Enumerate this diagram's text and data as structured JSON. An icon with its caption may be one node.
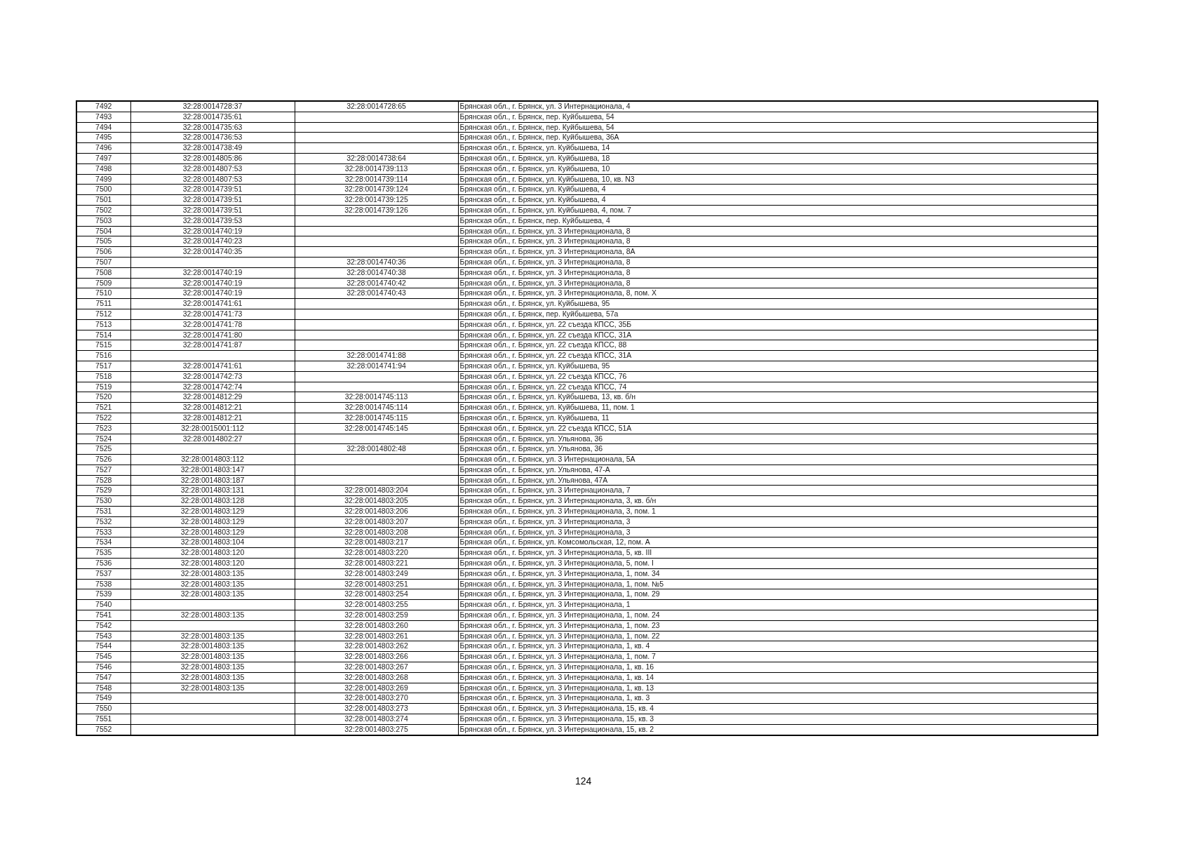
{
  "diagram": {
    "labels": [
      "7492",
      "32:28:0014728:37",
      "32:28:0014728:65",
      "Брянская обл., г. Брянск, ул. 3 Интернационала, 4",
      "7493",
      "32:28:0014735:61",
      "Брянская обл., г. Брянск, пер. Куйбышева, 54",
      "7494",
      "32:28:0014735:63",
      "Брянская обл., г. Брянск, пер. Куйбышева, 54",
      "7495",
      "32:28:0014736:53",
      "Брянская обл., г. Брянск, пер. Куйбышева, 36А",
      "7496",
      "32:28:0014738:49",
      "Брянская обл., г. Брянск, ул. Куйбышева, 14",
      "7497",
      "32:28:0014805:86",
      "32:28:0014738:64",
      "Брянская обл., г. Брянск, ул. Куйбышева, 18",
      "7498",
      "32:28:0014807:53",
      "32:28:0014739:113",
      "Брянская обл., г. Брянск, ул. Куйбышева, 10",
      "7499",
      "32:28:0014807:53",
      "32:28:0014739:114",
      "Брянская обл., г. Брянск, ул. Куйбышева, 10, кв. N3",
      "7500",
      "32:28:0014739:51",
      "32:28:0014739:124",
      "Брянская обл., г. Брянск, ул. Куйбышева, 4",
      "7501",
      "32:28:0014739:51",
      "32:28:0014739:125",
      "Брянская обл., г. Брянск, ул. Куйбышева, 4",
      "7502",
      "32:28:0014739:51",
      "32:28:0014739:126",
      "Брянская обл., г. Брянск, ул. Куйбышева, 4, пом. 7",
      "7503",
      "32:28:0014739:53",
      "Брянская обл., г. Брянск, пер. Куйбышева, 4",
      "7504",
      "32:28:0014740:19",
      "Брянская обл., г. Брянск, ул. 3 Интернационала, 8",
      "7505",
      "32:28:0014740:23",
      "Брянская обл., г. Брянск, ул. 3 Интернационала, 8",
      "7506",
      "32:28:0014740:35",
      "Брянская обл., г. Брянск, ул. 3 Интернационала, 8А",
      "7507",
      "32:28:0014740:36",
      "Брянская обл., г. Брянск, ул. 3 Интернационала, 8",
      "7508",
      "32:28:0014740:19",
      "32:28:0014740:38",
      "Брянская обл., г. Брянск, ул. 3 Интернационала, 8",
      "7509",
      "32:28:0014740:19",
      "32:28:0014740:42",
      "Брянская обл., г. Брянск, ул. 3 Интернационала, 8",
      "7510",
      "32:28:0014740:19",
      "32:28:0014740:43",
      "Брянская обл., г. Брянск, ул. 3 Интернационала, 8, пом. X",
      "7511",
      "32:28:0014741:61",
      "Брянская обл., г. Брянск, ул. Куйбышева, 95",
      "7512",
      "32:28:0014741:73",
      "Брянская обл., г. Брянск, пер. Куйбышева, 57а",
      "7513",
      "32:28:0014741:78",
      "Брянская обл., г. Брянск, ул. 22 съезда КПСС, 35Б",
      "7514",
      "32:28:0014741:80",
      "Брянская обл., г. Брянск, ул. 22 съезда КПСС, 31А",
      "7515",
      "32:28:0014741:87",
      "Брянская обл., г. Брянск, ул. 22 съезда КПСС, 88",
      "7516",
      "32:28:0014741:88",
      "Брянская обл., г. Брянск, ул. 22 съезда КПСС, 31А",
      "7517",
      "32:28:0014741:61",
      "32:28:0014741:94",
      "Брянская обл., г. Брянск, ул. Куйбышева, 95",
      "7518",
      "32:28:0014742:73",
      "Брянская обл., г. Брянск, ул. 22 съезда КПСС, 76",
      "7519",
      "32:28:0014742:74",
      "Брянская обл., г. Брянск, ул. 22 съезда КПСС, 74",
      "7520",
      "32:28:0014812:29",
      "32:28:0014745:113",
      "Брянская обл., г. Брянск, ул. Куйбышева, 13, кв. б/н",
      "7521",
      "32:28:0014812:21",
      "32:28:0014745:114",
      "Брянская обл., г. Брянск, ул. Куйбышева, 11, пом. 1",
      "7522",
      "32:28:0014812:21",
      "32:28:0014745:115",
      "Брянская обл., г. Брянск, ул. Куйбышева, 11",
      "7523",
      "32:28:0015001:112",
      "32:28:0014745:145",
      "Брянская обл., г. Брянск, ул. 22 съезда КПСС, 51А",
      "7524",
      "32:28:0014802:27",
      "Брянская обл., г. Брянск, ул. Ульянова, 36",
      "7525",
      "32:28:0014802:48",
      "Брянская обл., г. Брянск, ул. Ульянова, 36",
      "7526",
      "32:28:0014803:112",
      "Брянская обл., г. Брянск, ул. 3 Интернационала, 5А",
      "7527",
      "32:28:0014803:147",
      "Брянская обл., г. Брянск, ул. Ульянова, 47-А",
      "7528",
      "32:28:0014803:187",
      "Брянская обл., г. Брянск, ул. Ульянова, 47А",
      "7529",
      "32:28:0014803:131",
      "32:28:0014803:204",
      "Брянская обл., г. Брянск, ул. 3 Интернационала, 7",
      "7530",
      "32:28:0014803:128",
      "32:28:0014803:205",
      "Брянская обл., г. Брянск, ул. 3 Интернационала, 3, кв. б/н",
      "7531",
      "32:28:0014803:129",
      "32:28:0014803:206",
      "Брянская обл., г. Брянск, ул. 3 Интернационала, 3, пом. 1",
      "7532",
      "32:28:0014803:129",
      "32:28:0014803:207",
      "Брянская обл., г. Брянск, ул. 3 Интернационала, 3",
      "7533",
      "32:28:0014803:129",
      "32:28:0014803:208",
      "Брянская обл., г. Брянск, ул. 3 Интернационала, 3",
      "7534",
      "32:28:0014803:104",
      "32:28:0014803:217",
      "Брянская обл., г. Брянск, ул. Комсомольская, 12, пом. А",
      "7535",
      "32:28:0014803:120",
      "32:28:0014803:220",
      "Брянская обл., г. Брянск, ул. 3 Интернационала, 5, кв. III",
      "7536",
      "32:28:0014803:120",
      "32:28:0014803:221",
      "Брянская обл., г. Брянск, ул. 3 Интернационала, 5, пом. I",
      "7537",
      "32:28:0014803:135",
      "32:28:0014803:249",
      "Брянская обл., г. Брянск, ул. 3 Интернационала, 1, пом. 34",
      "7538",
      "32:28:0014803:135",
      "32:28:0014803:251",
      "Брянская обл., г. Брянск, ул. 3 Интернационала, 1, пом. №5",
      "7539",
      "32:28:0014803:135",
      "32:28:0014803:254",
      "Брянская обл., г. Брянск, ул. 3 Интернационала, 1, пом. 29",
      "7540",
      "32:28:0014803:255",
      "Брянская обл., г. Брянск, ул. 3 Интернационала, 1",
      "7541",
      "32:28:0014803:135",
      "32:28:0014803:259",
      "Брянская обл., г. Брянск, ул. 3 Интернационала, 1, пом. 24",
      "7542",
      "32:28:0014803:260",
      "Брянская обл., г. Брянск, ул. 3 Интернационала, 1, пом. 23",
      "7543",
      "32:28:0014803:135",
      "32:28:0014803:261",
      "Брянская обл., г. Брянск, ул. 3 Интернационала, 1, пом. 22",
      "7544",
      "32:28:0014803:135",
      "32:28:0014803:262",
      "Брянская обл., г. Брянск, ул. 3 Интернационала, 1, кв. 4",
      "7545",
      "32:28:0014803:135",
      "32:28:0014803:266",
      "Брянская обл., г. Брянск, ул. 3 Интернационала, 1, пом. 7",
      "7546",
      "32:28:0014803:135",
      "32:28:0014803:267",
      "Брянская обл., г. Брянск, ул. 3 Интернационала, 1, кв. 16",
      "7547",
      "32:28:0014803:135",
      "32:28:0014803:268",
      "Брянская обл., г. Брянск, ул. 3 Интернационала, 1, кв. 14",
      "7548",
      "32:28:0014803:135",
      "32:28:0014803:269",
      "Брянская обл., г. Брянск, ул. 3 Интернационала, 1, кв. 13",
      "7549",
      "32:28:0014803:270",
      "Брянская обл., г. Брянск, ул. 3 Интернационала, 1, кв. 3",
      "7550",
      "32:28:0014803:273",
      "Брянская обл., г. Брянск, ул. 3 Интернационала, 15, кв. 4",
      "7551",
      "32:28:0014803:274",
      "Брянская обл., г. Брянск, ул. 3 Интернационала, 15, кв. 3",
      "7552",
      "32:28:0014803:275",
      "Брянская обл., г. Брянск, ул. 3 Интернационала, 15, кв. 2",
      "124"
    ]
  }
}
